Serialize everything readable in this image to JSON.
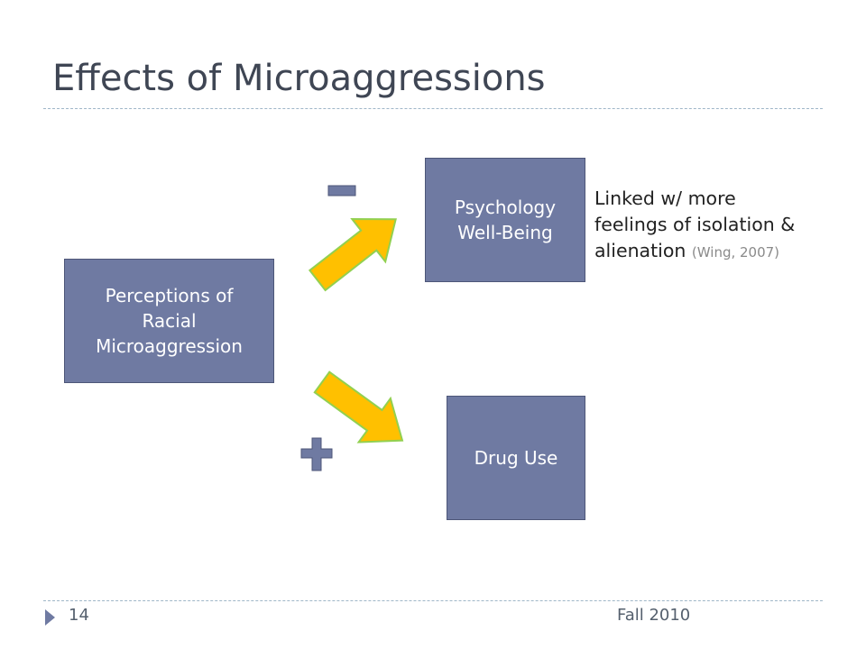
{
  "slide": {
    "title": "Effects of Microaggressions",
    "footer_page": "14",
    "footer_date": "Fall 2010"
  },
  "diagram": {
    "source_box": "Perceptions of\nRacial\nMicroaggression",
    "target_top": "Psychology\nWell-Being",
    "target_bottom": "Drug Use",
    "top_effect_sign": "minus",
    "bottom_effect_sign": "plus",
    "note_lines": [
      "Linked w/ more",
      "feelings of isolation &",
      "alienation"
    ],
    "note_citation": "(Wing, 2007)"
  },
  "colors": {
    "box_fill": "#6f7aa2",
    "arrow_fill": "#ffc000",
    "arrow_stroke": "#92d050",
    "sign_color": "#6f7aa2"
  }
}
